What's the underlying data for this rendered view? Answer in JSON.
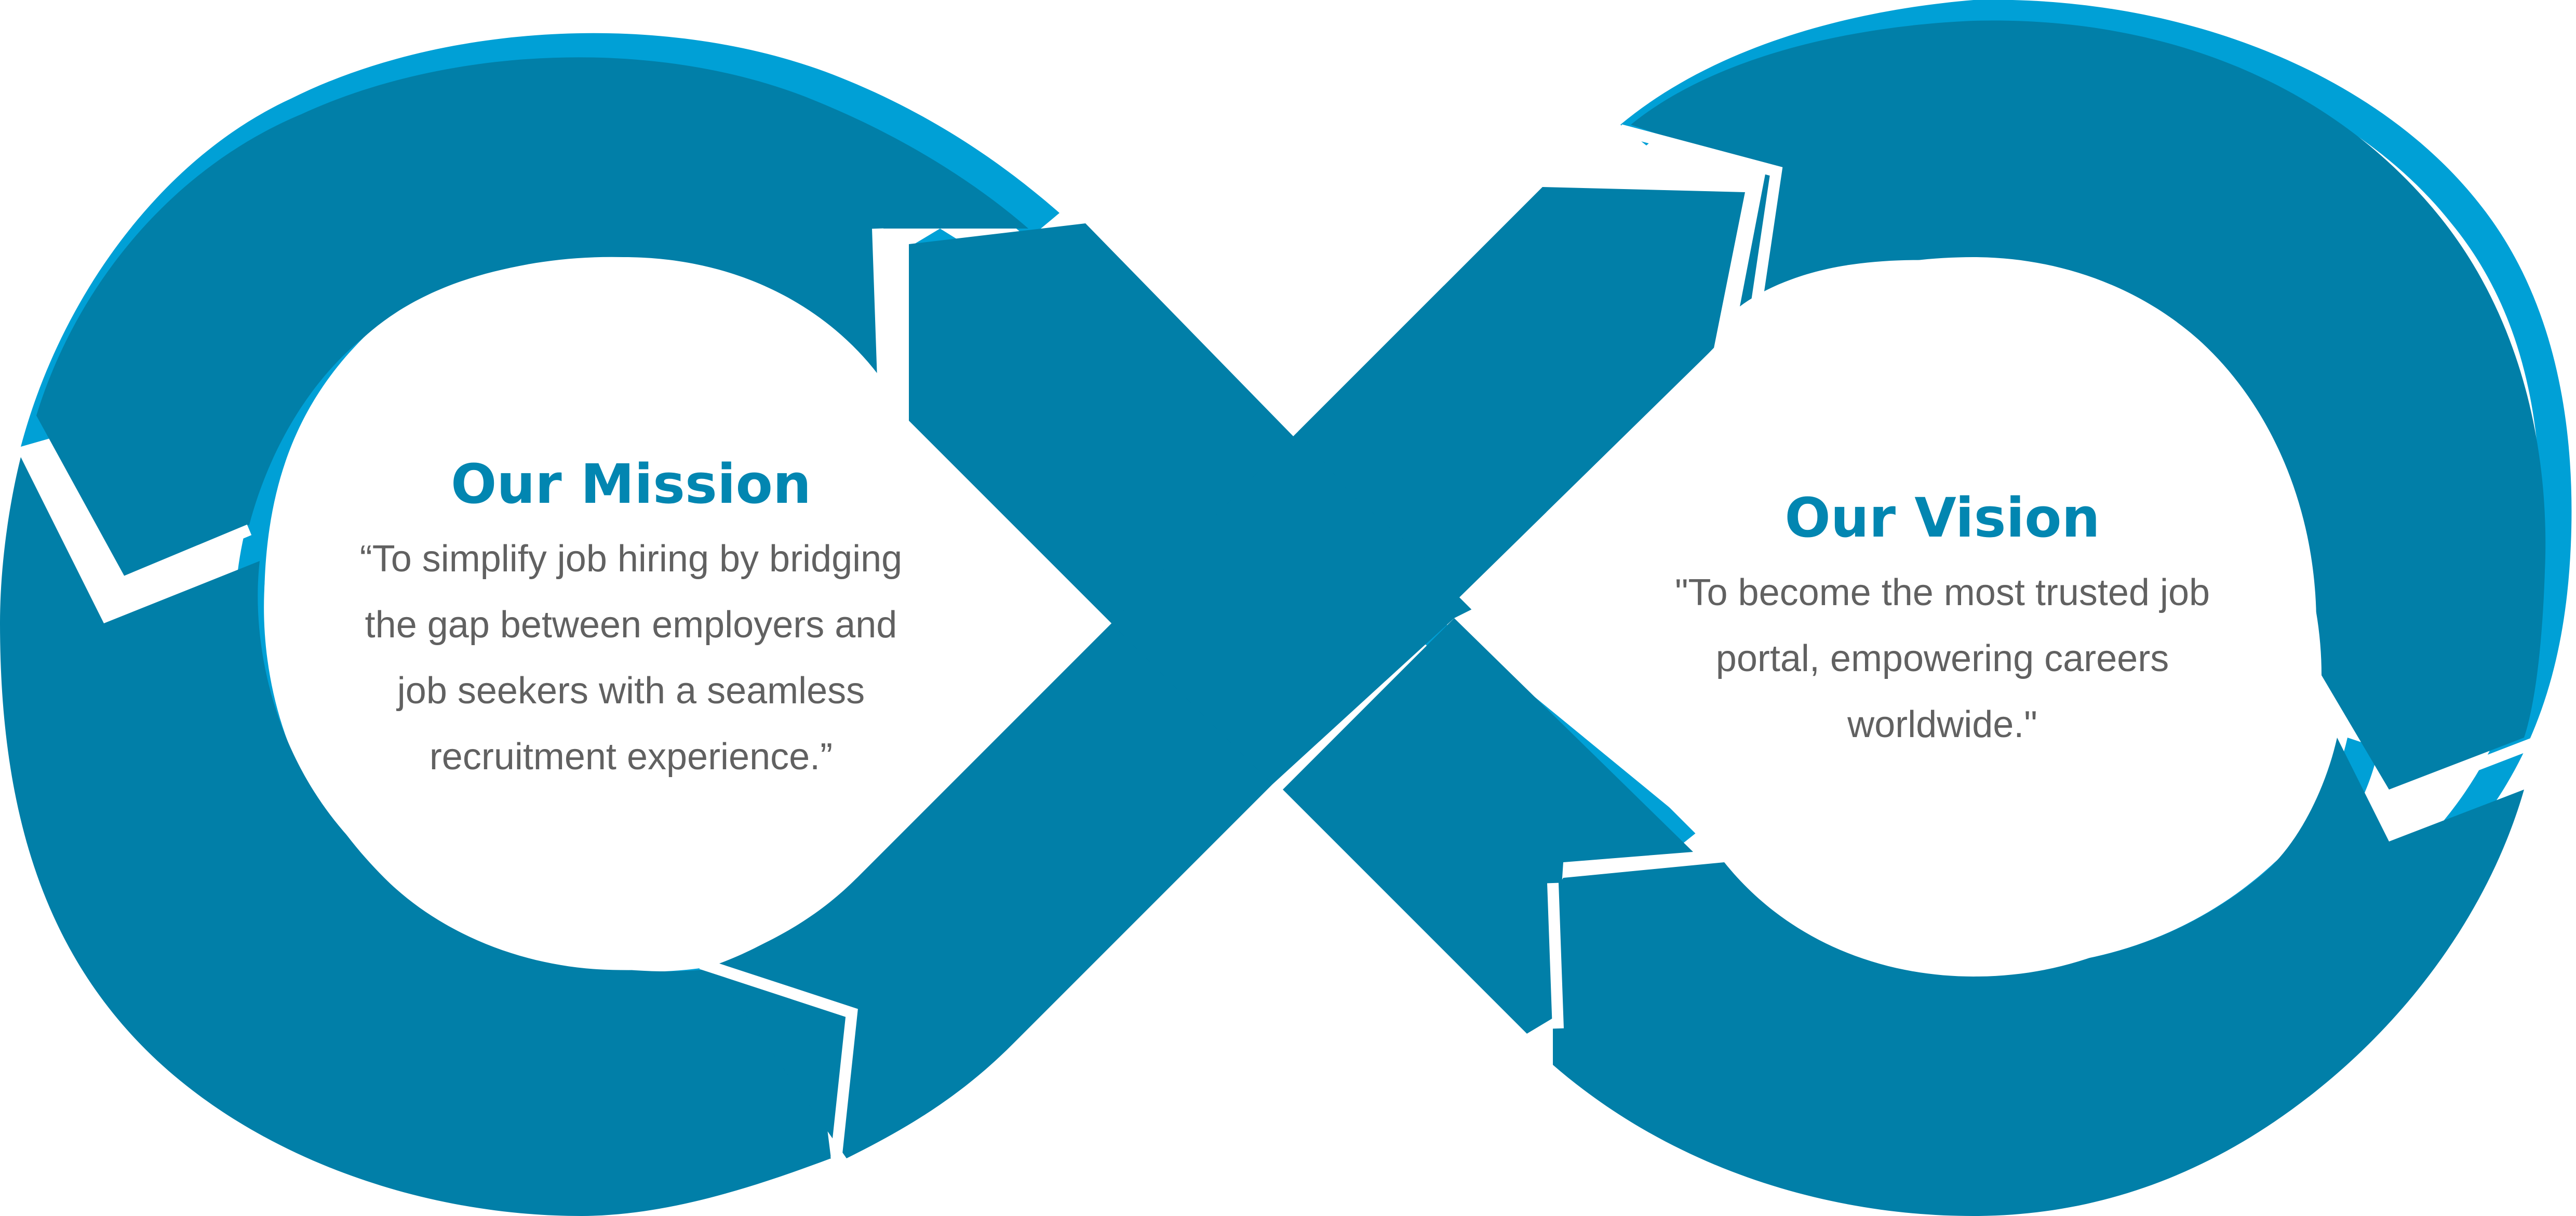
{
  "colors": {
    "band_dark": "#017fa8",
    "band_light": "#00a0d6",
    "title": "#0286b1",
    "body_text": "#616161",
    "background": "#ffffff"
  },
  "mission": {
    "title": "Our Mission",
    "text": "“To simplify job hiring by bridging\nthe gap between employers and\njob seekers with a seamless\nrecruitment experience.”"
  },
  "vision": {
    "title": "Our Vision",
    "text": "\"To become the most trusted job\nportal, empowering careers\nworldwide.\""
  }
}
